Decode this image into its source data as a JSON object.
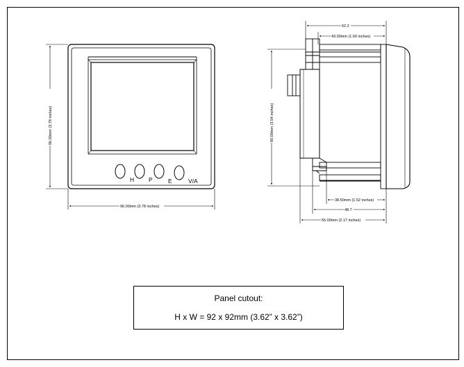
{
  "front_view": {
    "width_dim": "96.00mm (3.78 inches)",
    "height_dim": "96.00mm (3.78 inches)",
    "buttons": [
      "H",
      "P",
      "E",
      "V/A"
    ]
  },
  "side_view": {
    "top_dim_1": "52.2",
    "top_dim_2": "43.00mm (1.69 inches)",
    "height_dim": "90.00mm (3.54 inches)",
    "bottom_dim_1": "38.50mm (1.52 inches)",
    "bottom_dim_2": "48.7",
    "bottom_dim_3": "55.00mm (2.17 inches)"
  },
  "cutout": {
    "title": "Panel cutout:",
    "dims": "H x W = 92 x 92mm (3.62” x 3.62”)"
  }
}
